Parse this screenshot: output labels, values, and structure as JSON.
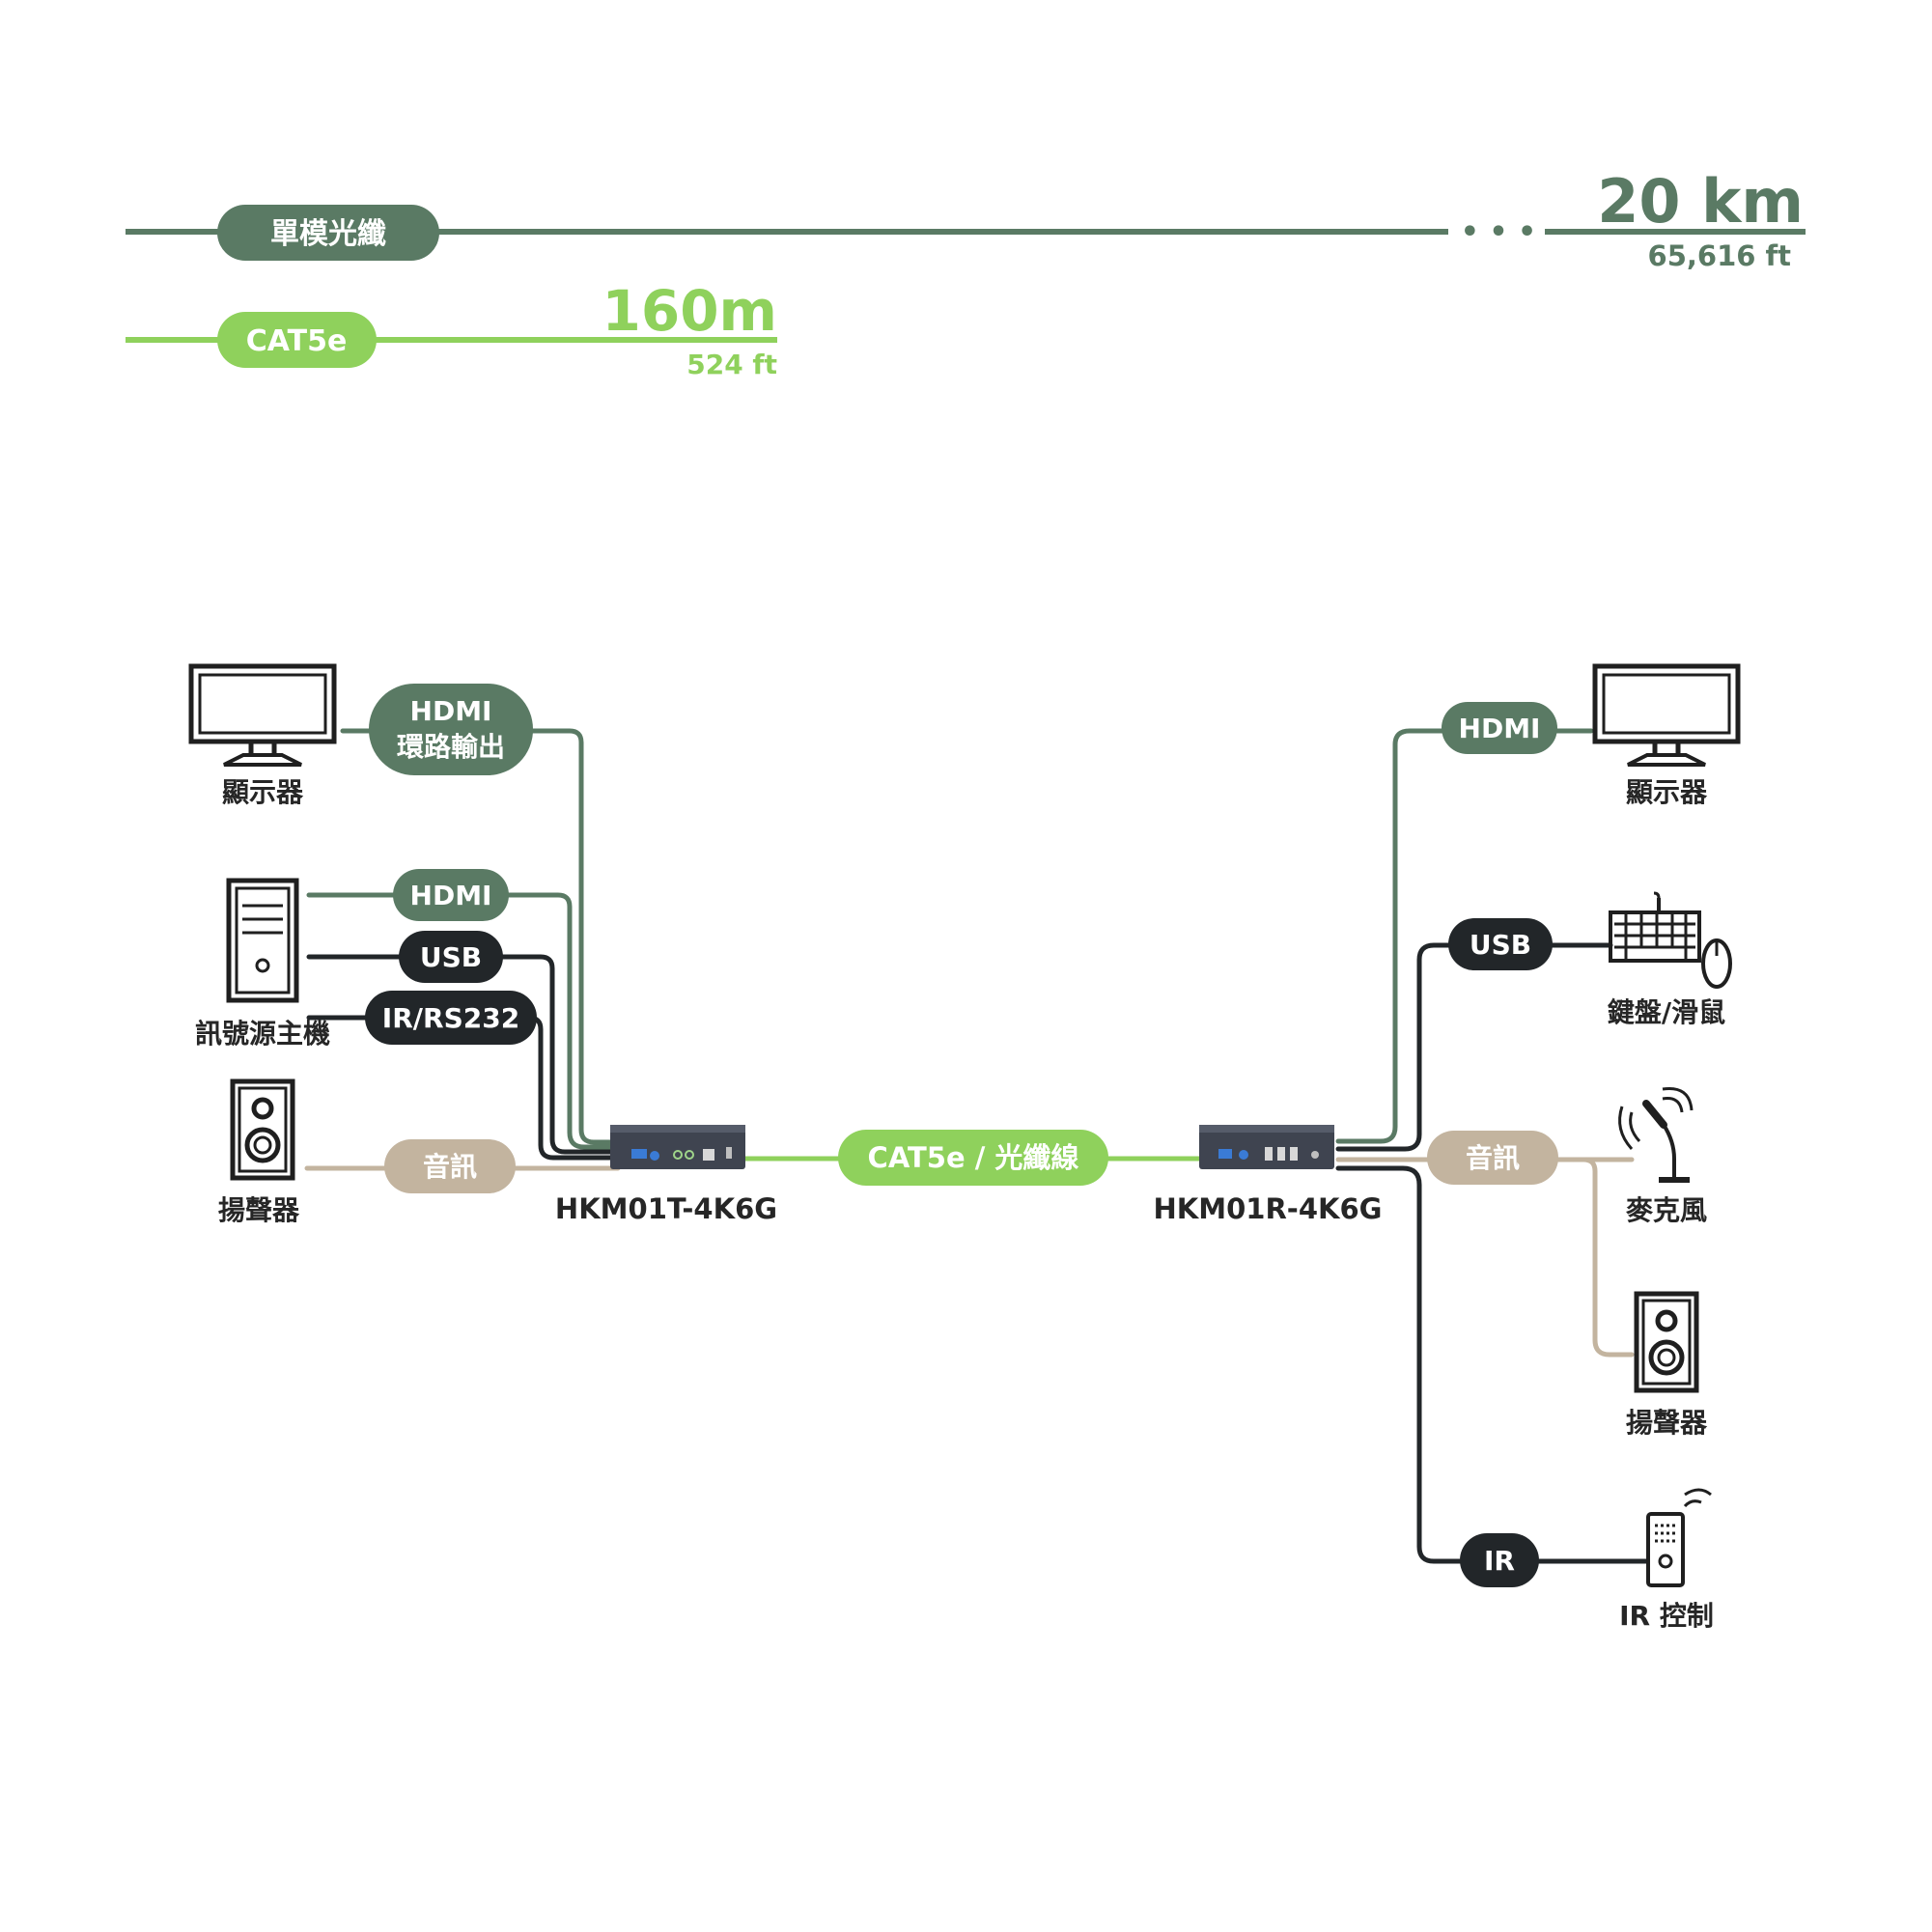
{
  "colors": {
    "fiber": "#5a7a64",
    "cat5e": "#8fd15c",
    "usb": "#222629",
    "audio": "#c3b49f",
    "device": "#3f4450",
    "icon": "#1f1f1f",
    "text": "#262626"
  },
  "distances": {
    "fiber": {
      "label": "單模光纖",
      "distance": "20 km",
      "feet": "65,616 ft",
      "ellipsis": "• • •"
    },
    "cat5e": {
      "label": "CAT5e",
      "distance": "160m",
      "feet": "524 ft"
    }
  },
  "transmitter": {
    "model": "HKM01T-4K6G",
    "links": {
      "hdmi_loop": {
        "line1": "HDMI",
        "line2": "環路輸出"
      },
      "hdmi": "HDMI",
      "usb": "USB",
      "ir_rs232": "IR/RS232",
      "audio": "音訊"
    },
    "devices": {
      "monitor": {
        "label": "顯示器",
        "icon": "monitor-icon"
      },
      "source_pc": {
        "label": "訊號源主機",
        "icon": "pc-tower-icon"
      },
      "speaker": {
        "label": "揚聲器",
        "icon": "speaker-icon"
      }
    }
  },
  "link": {
    "label": "CAT5e / 光纖線"
  },
  "receiver": {
    "model": "HKM01R-4K6G",
    "links": {
      "hdmi": "HDMI",
      "usb": "USB",
      "audio": "音訊",
      "ir": "IR"
    },
    "devices": {
      "monitor": {
        "label": "顯示器",
        "icon": "monitor-icon"
      },
      "keyboard_mouse": {
        "label": "鍵盤/滑鼠",
        "icon": "keyboard-mouse-icon"
      },
      "microphone": {
        "label": "麥克風",
        "icon": "microphone-icon"
      },
      "speaker": {
        "label": "揚聲器",
        "icon": "speaker-icon"
      },
      "ir_control": {
        "label": "IR 控制",
        "icon": "remote-control-icon"
      }
    }
  }
}
